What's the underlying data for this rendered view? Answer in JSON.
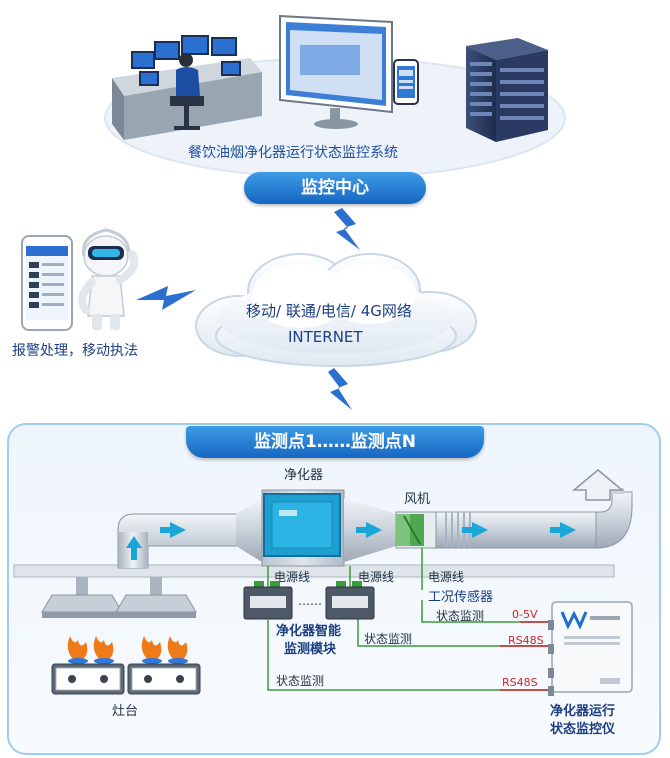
{
  "system_title": "餐饮油烟净化器运行状态监控系统",
  "center_label": "监控中心",
  "network": {
    "line1": "移动/ 联通/电信/ 4G网络",
    "line2": "INTERNET"
  },
  "alarm_label": "报警处理，移动执法",
  "section_title": "监测点1……监测点N",
  "labels": {
    "purifier": "净化器",
    "fan": "风机",
    "power1": "电源线",
    "power2": "电源线",
    "power3": "电源线",
    "sensor": "工况传感器",
    "state1": "状态监测",
    "state2": "状态监测",
    "state3": "状态监测",
    "module_line1": "净化器智能",
    "module_line2": "监测模块",
    "signal1": "0-5V",
    "signal2": "RS48S",
    "signal3": "RS48S",
    "stove": "灶台",
    "monitor_line1": "净化器运行",
    "monitor_line2": "状态监控仪",
    "dots": "……"
  },
  "colors": {
    "brand_blue": "#1f6fd1",
    "arrow_teal": "#1aa6d9",
    "line_green": "#3a9c3a",
    "line_red": "#d0242a",
    "flame_orange": "#f07a18"
  }
}
